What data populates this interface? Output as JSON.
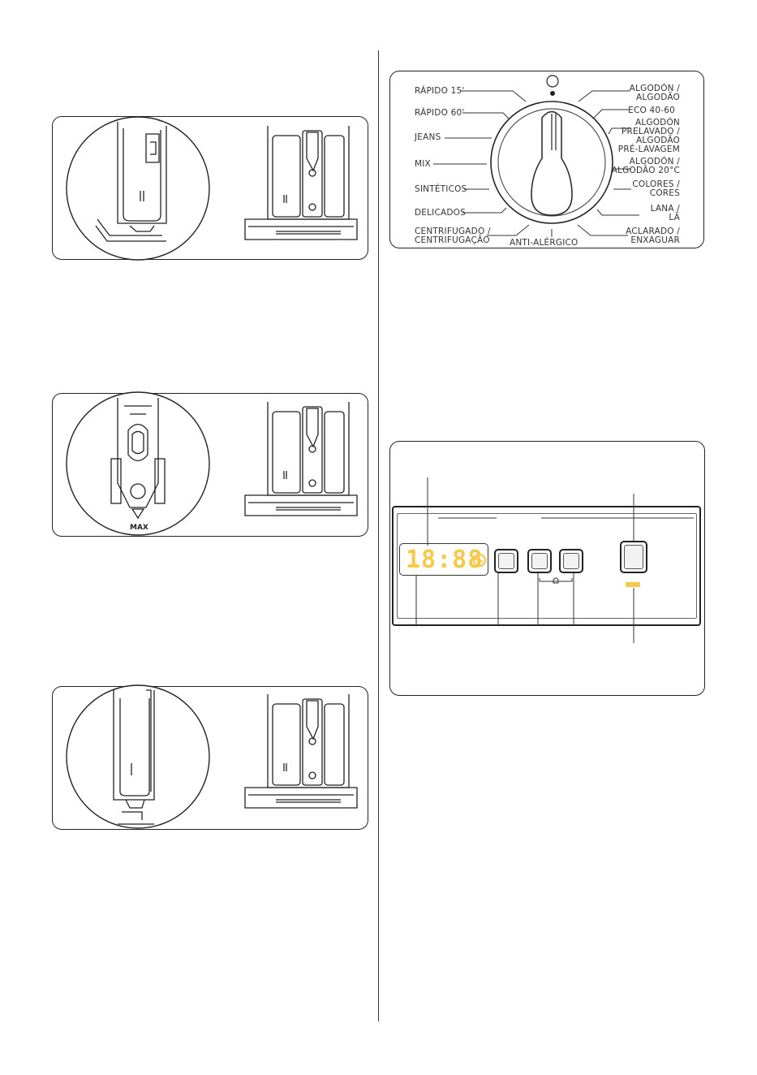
{
  "programs": {
    "left": [
      {
        "id": "rapido15",
        "text": "RÁPIDO 15'"
      },
      {
        "id": "rapido60",
        "text": "RÁPIDO 60'"
      },
      {
        "id": "jeans",
        "text": "JEANS"
      },
      {
        "id": "mix",
        "text": "MIX"
      },
      {
        "id": "sinteticos",
        "text": "SINTÉTICOS"
      },
      {
        "id": "delicados",
        "text": "DELICADOS"
      },
      {
        "id": "centrifugado",
        "text": "CENTRIFUGADO /\nCENTRIFUGAÇÃO"
      }
    ],
    "bottom": {
      "id": "antialergico",
      "text": "ANTI-ALÉRGICO"
    },
    "right": [
      {
        "id": "algodon",
        "text": "ALGODÓN /\nALGODÃO"
      },
      {
        "id": "eco",
        "text": "ECO 40-60"
      },
      {
        "id": "prelavado",
        "text": "ALGODÓN\nPRELAVADO /\nALGODÃO\nPRÉ-LAVAGEM"
      },
      {
        "id": "algodon20",
        "text": "ALGODÓN /\nALGODÃO 20°C"
      },
      {
        "id": "colores",
        "text": "COLORES /\nCORES"
      },
      {
        "id": "lana",
        "text": "LANA /\nLÃ"
      },
      {
        "id": "aclarado",
        "text": "ACLARADO /\nENXAGUAR"
      }
    ]
  },
  "display": {
    "digits": "18:88",
    "clock_icon": "clock-icon"
  },
  "illustrations": [
    {
      "id": "fig1",
      "detail": "dispenser-flap-side-view",
      "drawer": "detergent-drawer"
    },
    {
      "id": "fig2",
      "detail": "dispenser-flap-front-view",
      "max_label": "MAX",
      "drawer": "detergent-drawer"
    },
    {
      "id": "fig3",
      "detail": "dispenser-flap-closed-view",
      "drawer": "detergent-drawer"
    }
  ],
  "colors": {
    "led": "#f6c94a",
    "line": "#222222"
  }
}
